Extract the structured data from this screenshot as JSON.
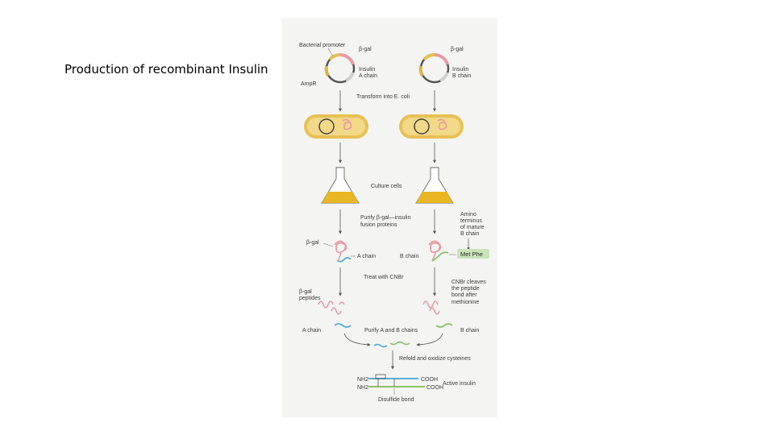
{
  "slide": {
    "title": "Production of recombinant Insulin"
  },
  "figure": {
    "plasmid_labels": {
      "promoter": "Bacterial promoter",
      "bgal_left": "β-gal",
      "insulin_a": "Insulin",
      "a_chain": "A chain",
      "ampr": "AmpR",
      "bgal_right": "β-gal",
      "insulin_b": "Insulin",
      "b_chain": "B chain"
    },
    "steps": {
      "transform": "Transform into E. coli",
      "culture": "Culture cells",
      "purify_fusion_1": "Purify β-gal—insulin",
      "purify_fusion_2": "fusion proteins",
      "treat_cnbr": "Treat with CNBr",
      "purify_ab": "Purify A and B chains",
      "refold": "Refold and oxidize cysteines"
    },
    "side_notes": {
      "amino_1": "Amino",
      "amino_2": "terminus",
      "amino_3": "of mature",
      "amino_4": "B chain",
      "met_phe": "Met Phe",
      "cnbr_1": "CNBr cleaves",
      "cnbr_2": "the peptide",
      "cnbr_3": "bond after",
      "cnbr_4": "methionine"
    },
    "protein_labels": {
      "bgal": "β-gal",
      "a_chain": "A chain",
      "b_chain": "B chain",
      "bgal_peptides_1": "β-gal",
      "bgal_peptides_2": "peptides",
      "a_chain_2": "A chain",
      "b_chain_2": "B chain"
    },
    "insulin": {
      "nh2_top": "NH2",
      "nh2_bottom": "NH2",
      "cooh_top": "COOH",
      "cooh_bottom": "COOH",
      "active": "Active insulin",
      "disulfide": "Disulfide bond"
    },
    "colors": {
      "paper": "#f4f5f3",
      "cell": "#e8c055",
      "cell_inner": "#f2d987",
      "pink": "#e79aa6",
      "blue_chain": "#5aaed6",
      "green_chain": "#8cc26a",
      "flask_liquid": "#e8b622",
      "met_phe_bg": "#c9e4b8",
      "arrow": "#555555"
    }
  }
}
